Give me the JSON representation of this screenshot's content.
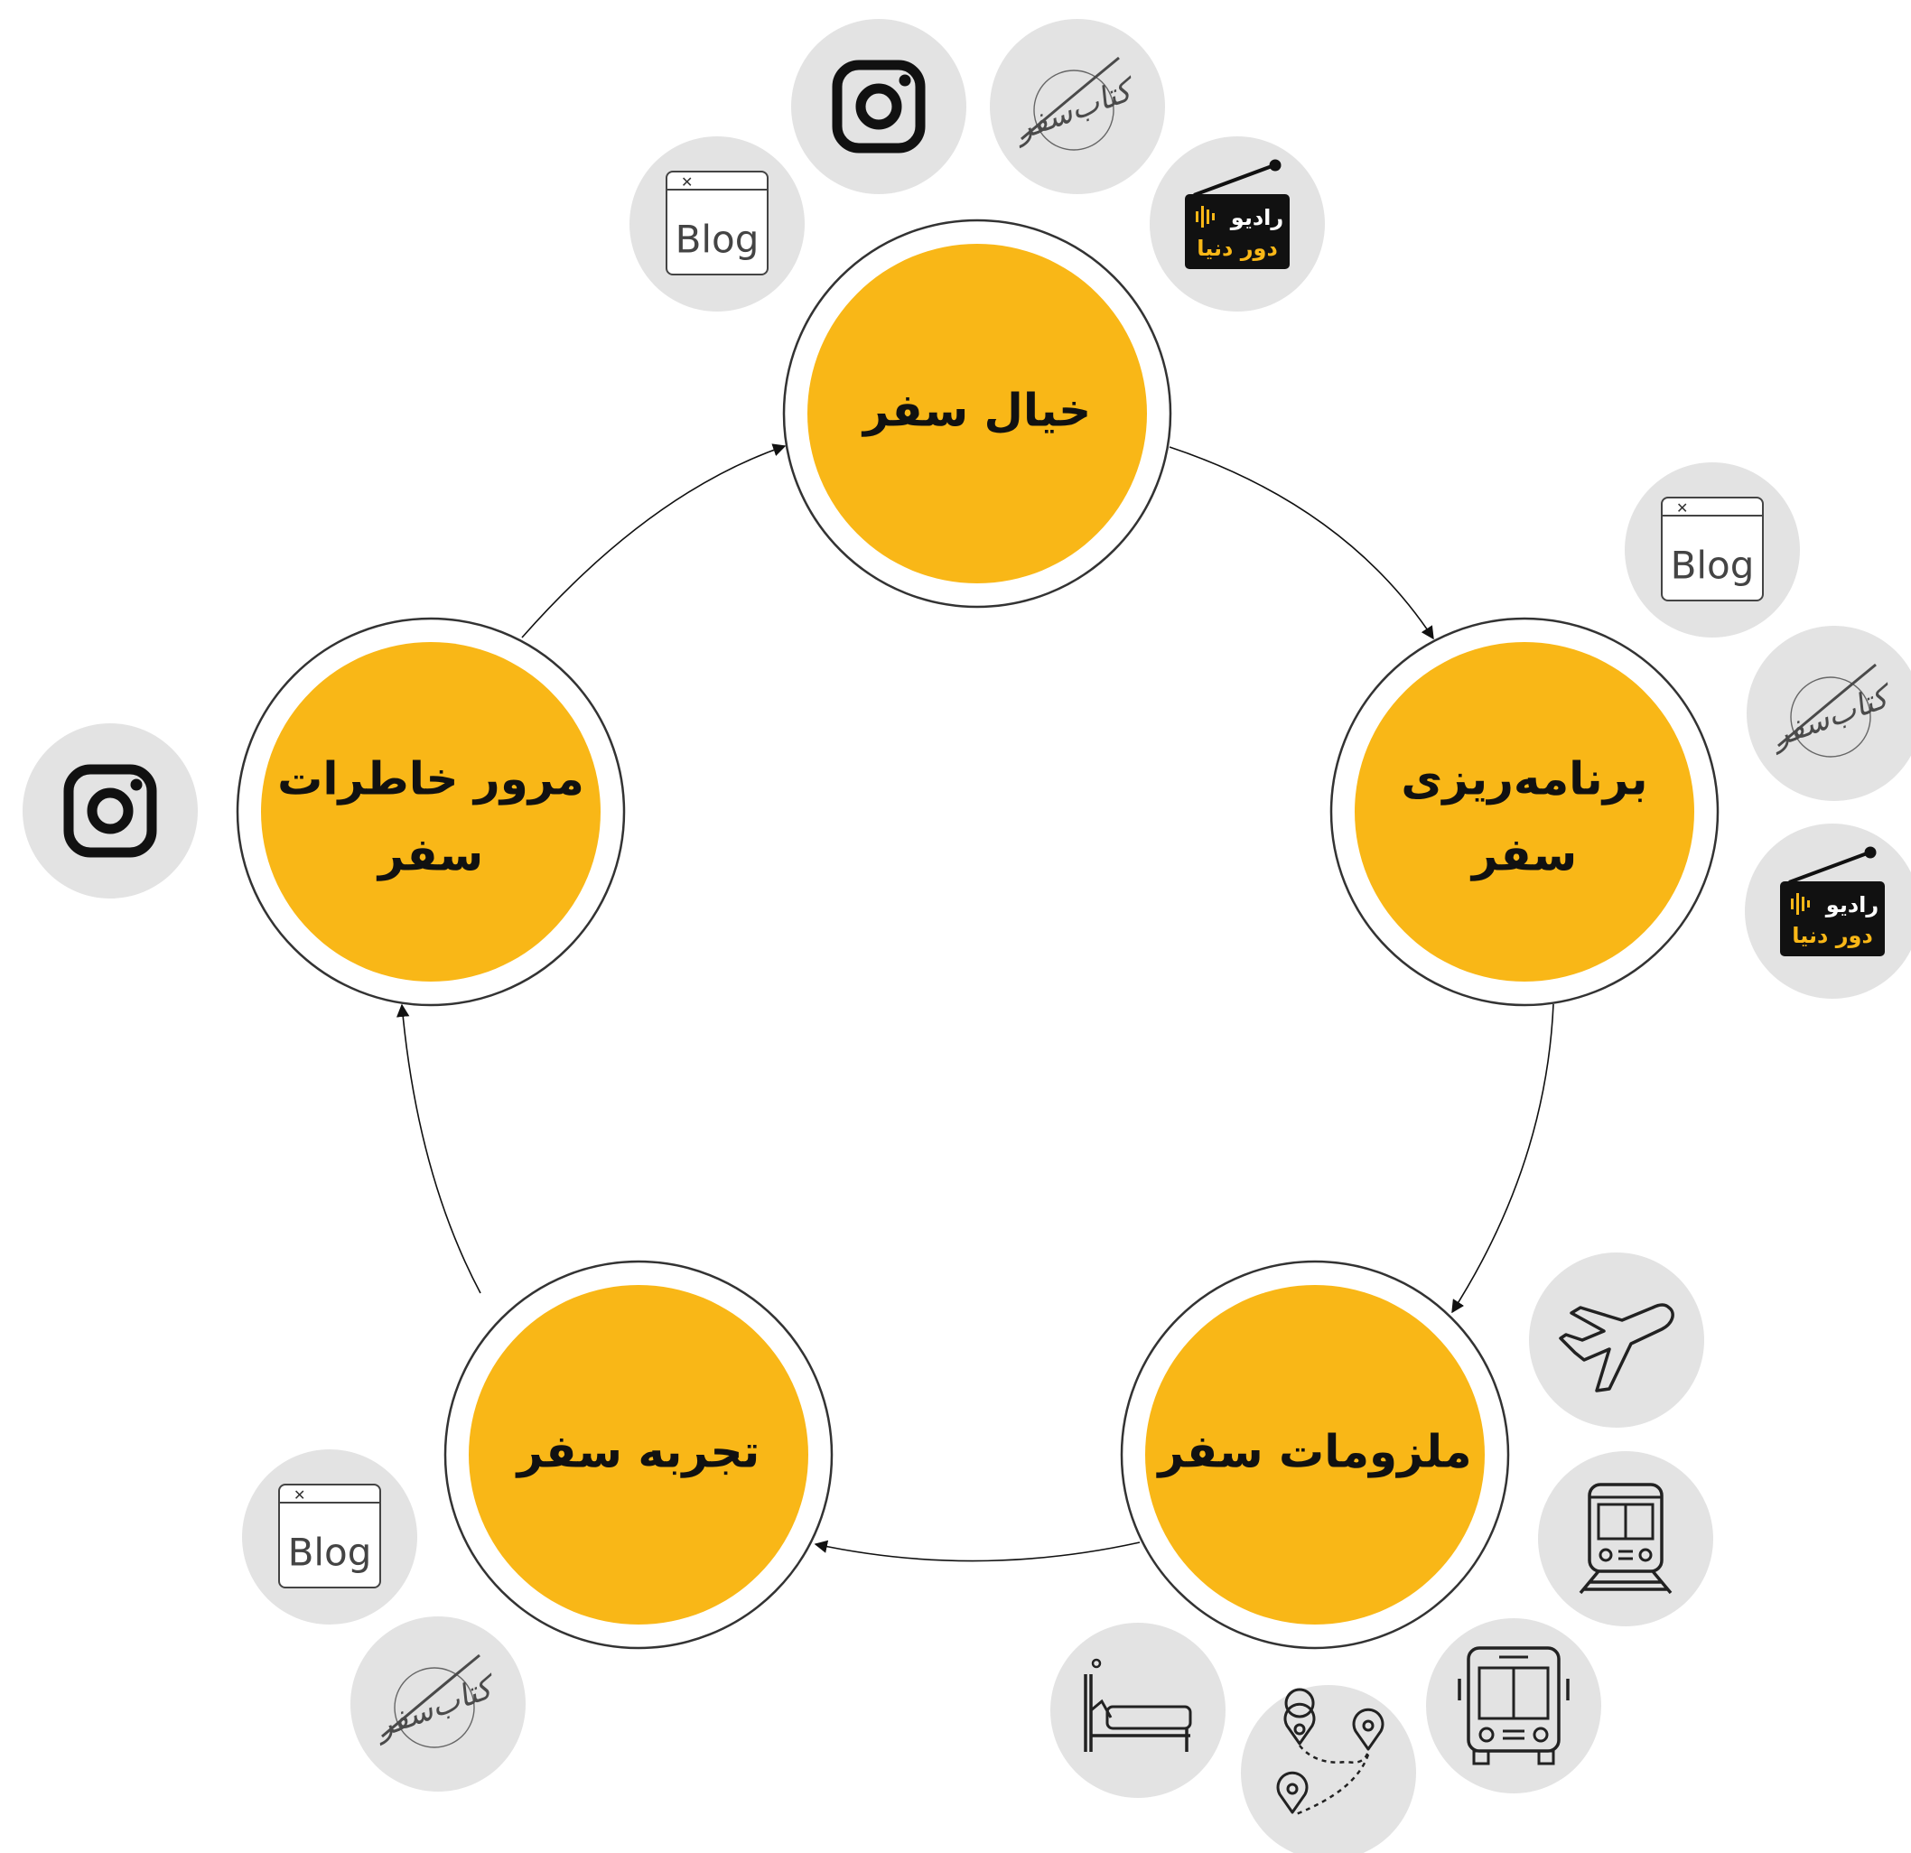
{
  "colors": {
    "stage_fill": "#F9B717",
    "stage_ring": "#333333",
    "icon_bg": "#E3E3E3",
    "arrow": "#111111",
    "radio_bg": "#111111",
    "radio_accent": "#F9B717"
  },
  "stages": [
    {
      "id": "imagine",
      "lines": [
        "خیال سفر"
      ]
    },
    {
      "id": "plan",
      "lines": [
        "برنامه‌ریزی",
        "سفر"
      ]
    },
    {
      "id": "essentials",
      "lines": [
        "ملزومات سفر"
      ]
    },
    {
      "id": "experience",
      "lines": [
        "تجربه سفر"
      ]
    },
    {
      "id": "memories",
      "lines": [
        "مرور خاطرات",
        "سفر"
      ]
    }
  ],
  "icon_texts": {
    "blog": "Blog",
    "ketab_safar": "کتاب‌سفر",
    "radio_line1": "رادیو",
    "radio_line2": "دور دنیا"
  },
  "icons": {
    "imagine": [
      "blog-icon",
      "instagram-icon",
      "ketab-safar-icon",
      "radio-dordonya-icon"
    ],
    "plan": [
      "blog-icon",
      "ketab-safar-icon",
      "radio-dordonya-icon"
    ],
    "essentials": [
      "airplane-icon",
      "train-icon",
      "bus-icon",
      "route-map-icon",
      "bed-icon"
    ],
    "experience": [
      "blog-icon",
      "ketab-safar-icon"
    ],
    "memories": [
      "instagram-icon"
    ]
  }
}
